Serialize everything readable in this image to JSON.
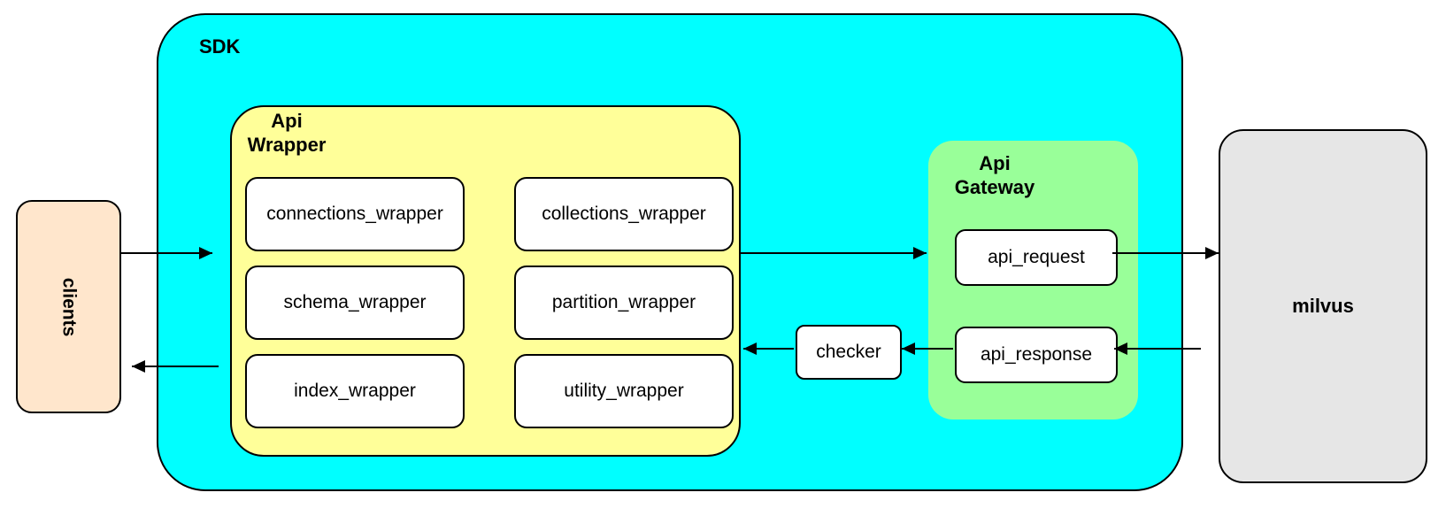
{
  "clients": {
    "label": "clients"
  },
  "sdk": {
    "label": "SDK",
    "api_wrapper": {
      "label": "Api\nWrapper",
      "modules": [
        "connections_wrapper",
        "collections_wrapper",
        "schema_wrapper",
        "partition_wrapper",
        "index_wrapper",
        "utility_wrapper"
      ]
    },
    "checker": {
      "label": "checker"
    },
    "api_gateway": {
      "label": "Api\nGateway",
      "request_label": "api_request",
      "response_label": "api_response"
    }
  },
  "milvus": {
    "label": "milvus"
  },
  "connections": [
    {
      "from": "clients",
      "to": "sdk"
    },
    {
      "from": "api_wrapper",
      "to": "api_gateway"
    },
    {
      "from": "api_request",
      "to": "milvus"
    },
    {
      "from": "milvus",
      "to": "api_response"
    },
    {
      "from": "api_response",
      "to": "checker"
    },
    {
      "from": "checker",
      "to": "api_wrapper"
    },
    {
      "from": "sdk",
      "to": "clients"
    }
  ],
  "colors": {
    "sdk_fill": "#00FFFF",
    "api_wrapper_fill": "#FFFF99",
    "api_gateway_fill": "#99FF99",
    "clients_fill": "#FFE6CC",
    "milvus_fill": "#E6E6E6",
    "module_fill": "#FFFFFF",
    "border": "#000000"
  }
}
